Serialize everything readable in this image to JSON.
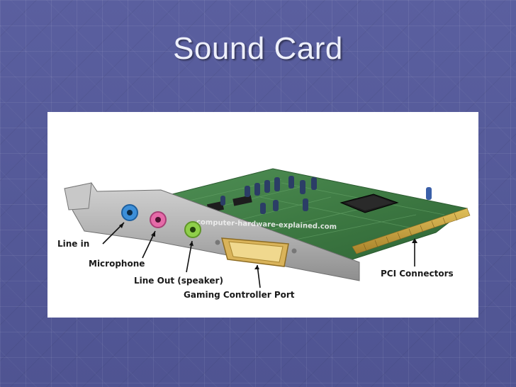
{
  "slide": {
    "title": "Sound Card"
  },
  "diagram": {
    "watermark": "computer-hardware-explained.com",
    "labels": {
      "line_in": "Line in",
      "microphone": "Microphone",
      "line_out": "Line Out (speaker)",
      "gaming_port": "Gaming Controller Port",
      "pci_connectors": "PCI Connectors"
    }
  },
  "colors": {
    "background": "#555a98",
    "title": "#eef0fb",
    "pcb": "#3e7a43",
    "bracket": "#b9b9b9",
    "jack_line_in": "#3d8fd8",
    "jack_microphone": "#e56aa8",
    "jack_line_out": "#8fcf4a",
    "gold_contacts": "#c9a23c"
  }
}
